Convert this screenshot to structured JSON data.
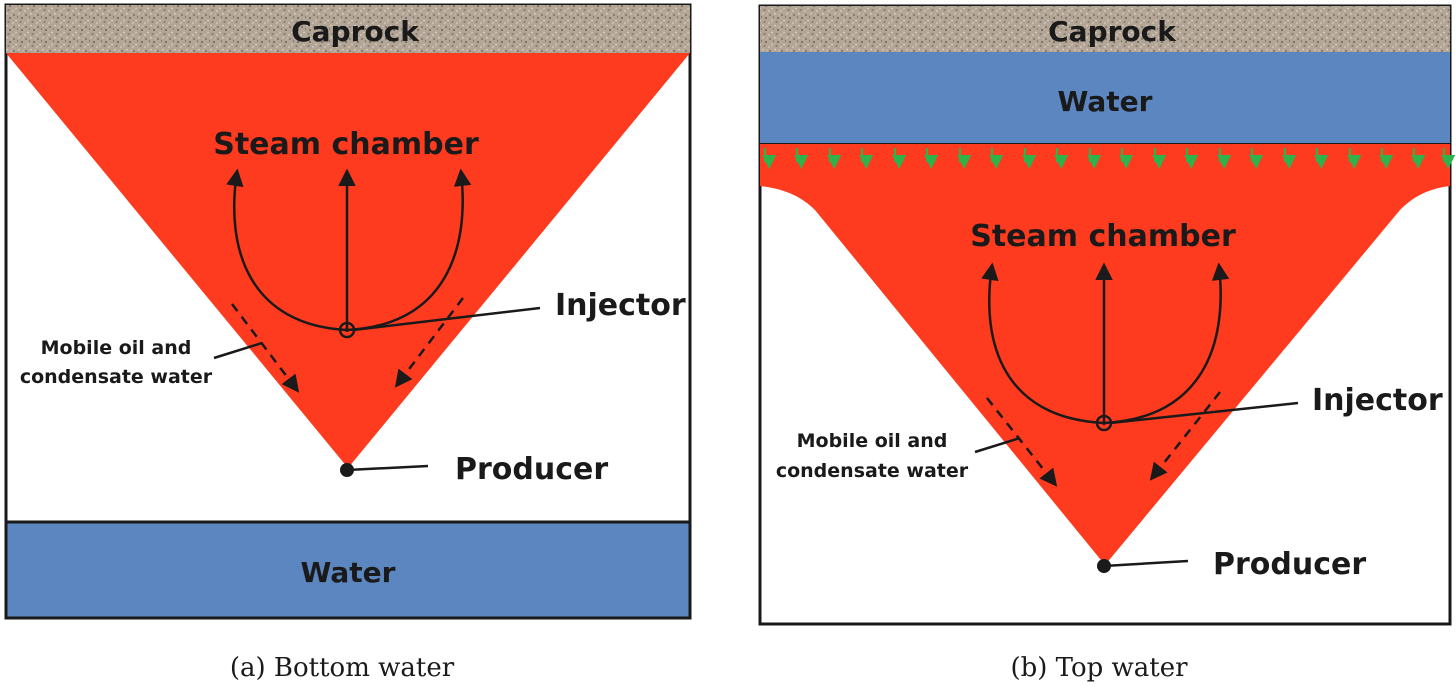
{
  "panel_a": {
    "caprock": "Caprock",
    "steam_chamber": "Steam chamber",
    "injector": "Injector",
    "mobile_line1": "Mobile oil and",
    "mobile_line2": "condensate water",
    "producer": "Producer",
    "water": "Water",
    "caption": "(a)  Bottom water"
  },
  "panel_b": {
    "caprock": "Caprock",
    "water": "Water",
    "steam_chamber": "Steam chamber",
    "injector": "Injector",
    "mobile_line1": "Mobile oil and",
    "mobile_line2": "condensate water",
    "producer": "Producer",
    "caption": "(b)  Top water"
  },
  "colors": {
    "steam": "#ff3b1f",
    "water": "#5b86c0",
    "caprock": "#b0a395",
    "outline": "#1a1a1a",
    "seepage_arrow": "#2db34a"
  }
}
